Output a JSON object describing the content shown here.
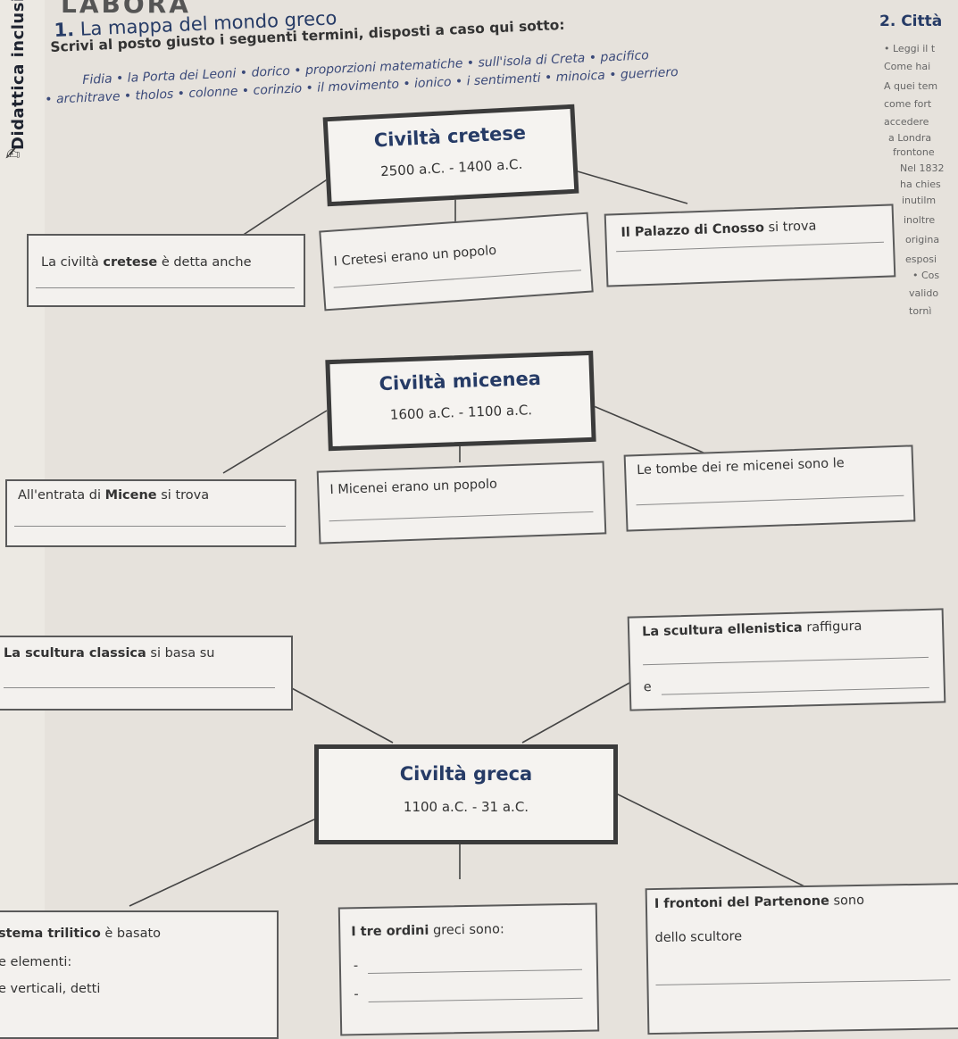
{
  "sidebar": {
    "label": "Didattica inclusiva"
  },
  "header": {
    "lab": "LABORA",
    "stamp": ""
  },
  "exercise1": {
    "number": "1.",
    "title": "La mappa del mondo greco",
    "instruction": "Scrivi al posto giusto i seguenti termini, disposti a caso qui sotto:",
    "words_line1": "Fidia • la Porta dei Leoni • dorico • proporzioni matematiche • sull'isola di Creta • pacifico",
    "words_line2": "• architrave • tholos • colonne • corinzio • il movimento • ionico • i sentimenti • minoica • guerriero"
  },
  "cretan": {
    "title": "Civiltà cretese",
    "dates": "2500 a.C. - 1400 a.C.",
    "box1_pre": "La civiltà ",
    "box1_bold": "cretese",
    "box1_post": " è detta anche",
    "box2": "I Cretesi erano un popolo",
    "box3_bold": "Il Palazzo di Cnosso",
    "box3_post": " si trova"
  },
  "mycenaean": {
    "title": "Civiltà micenea",
    "dates": "1600 a.C. - 1100 a.C.",
    "box1_pre": "All'entrata di ",
    "box1_bold": "Micene",
    "box1_post": " si trova",
    "box2": "I Micenei erano un popolo",
    "box3": "Le tombe dei re micenei sono le"
  },
  "greek": {
    "title": "Civiltà greca",
    "dates": "1100 a.C. - 31 a.C.",
    "classic_bold": "La scultura classica",
    "classic_post": " si basa su",
    "hellen_bold": "La scultura ellenistica",
    "hellen_post": " raffigura",
    "hellen_e": "e",
    "trilithic_bold": "stema trilitico",
    "trilithic_post": " è basato",
    "trilithic_l2": "e elementi:",
    "trilithic_l3": "e verticali, detti",
    "orders_bold": "I tre ordini",
    "orders_post": " greci sono:",
    "dash": "-",
    "parthenon_bold": "I frontoni del Partenone",
    "parthenon_post": " sono",
    "parthenon_l2": "dello scultore"
  },
  "exercise2": {
    "title": "2. Città",
    "lines": [
      "• Leggi il t",
      "Come hai",
      "A quei tem",
      "come fort",
      "accedere",
      "a Londra",
      "frontone",
      "Nel 1832",
      "ha chies",
      "inutilm",
      "inoltre",
      "origina",
      "esposi",
      "• Cos",
      "valido",
      "tornì"
    ]
  }
}
